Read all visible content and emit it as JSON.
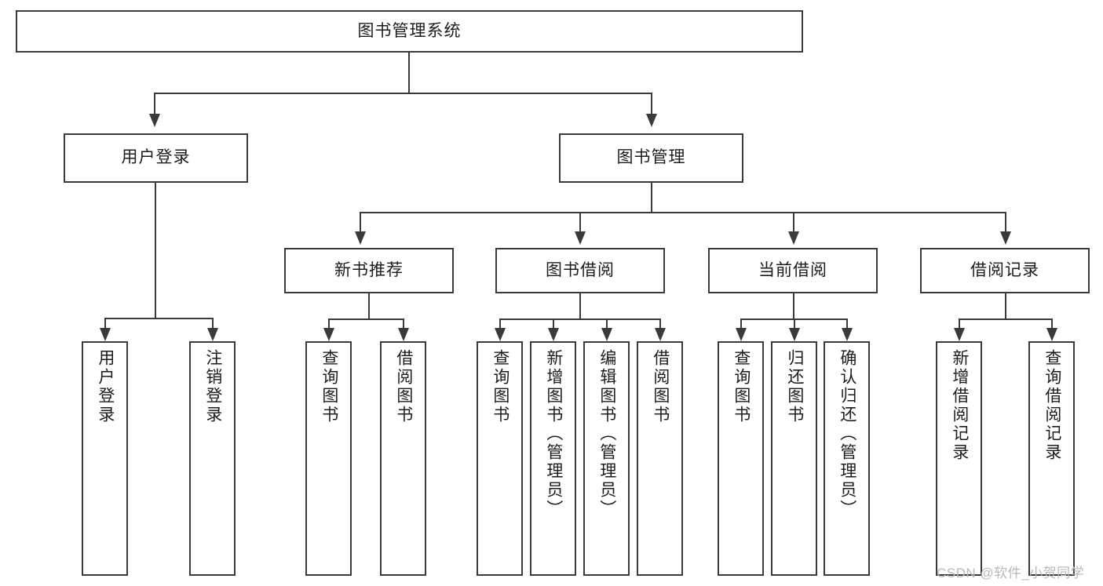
{
  "diagram": {
    "type": "tree-hierarchy-functional-decomposition",
    "title": "图书管理系统",
    "levels": {
      "level1": [
        "图书管理系统"
      ],
      "level2": [
        "用户登录",
        "图书管理"
      ],
      "level3": [
        "新书推荐",
        "图书借阅",
        "当前借阅",
        "借阅记录"
      ],
      "level4": [
        "用户登录",
        "注销登录",
        "查询图书",
        "借阅图书",
        "查询图书",
        "新增图书（管理员）",
        "编辑图书（管理员）",
        "借阅图书",
        "查询图书",
        "归还图书",
        "确认归还（管理员）",
        "新增借阅记录",
        "查询借阅记录"
      ]
    },
    "nodes": {
      "root": {
        "label": "图书管理系统"
      },
      "user_login": {
        "label": "用户登录"
      },
      "book_manage": {
        "label": "图书管理"
      },
      "new_book_rec": {
        "label": "新书推荐"
      },
      "book_borrow": {
        "label": "图书借阅"
      },
      "current_borrow": {
        "label": "当前借阅"
      },
      "borrow_record": {
        "label": "借阅记录"
      },
      "leaf_user_login": {
        "label": "用户登录"
      },
      "leaf_user_logout": {
        "label": "注销登录"
      },
      "leaf_query_book_1": {
        "label": "查询图书"
      },
      "leaf_borrow_book_1": {
        "label": "借阅图书"
      },
      "leaf_query_book_2": {
        "label": "查询图书"
      },
      "leaf_add_book": {
        "label": "新增图书（管理员）"
      },
      "leaf_edit_book": {
        "label": "编辑图书（管理员）"
      },
      "leaf_borrow_book_2": {
        "label": "借阅图书"
      },
      "leaf_query_book_3": {
        "label": "查询图书"
      },
      "leaf_return_book": {
        "label": "归还图书"
      },
      "leaf_confirm_return": {
        "label": "确认归还（管理员）"
      },
      "leaf_add_record": {
        "label": "新增借阅记录"
      },
      "leaf_query_record": {
        "label": "查询借阅记录"
      }
    },
    "colors": {
      "stroke": "#3a3a3a",
      "fill": "#ffffff",
      "text": "#1c1c1c",
      "watermark": "#b9b9b9"
    }
  },
  "watermark": {
    "text": "CSDN @软件_小贺同学"
  }
}
